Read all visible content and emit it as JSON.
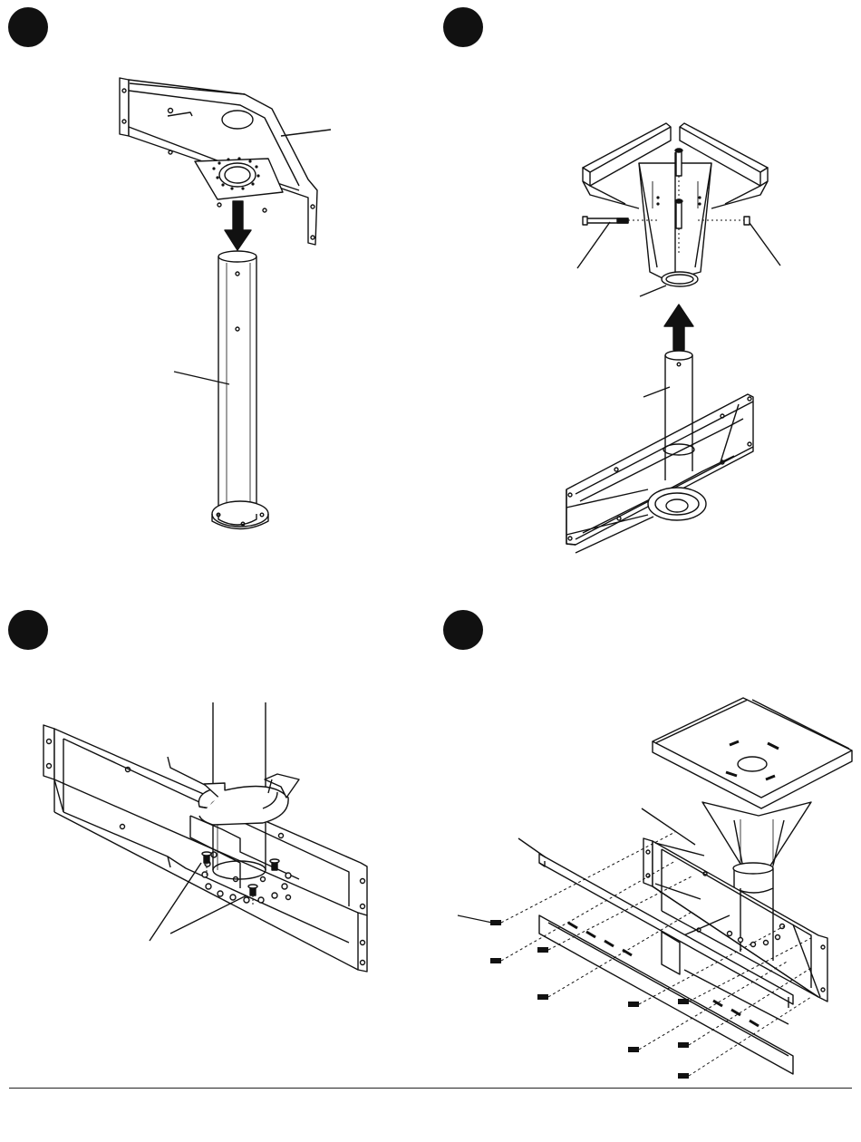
{
  "document": {
    "type": "assembly-instructions",
    "steps": [
      {
        "badge": "",
        "position": "top-left",
        "depicts": "pipe-inserted-into-ceiling-plate"
      },
      {
        "badge": "",
        "position": "top-right",
        "depicts": "pipe-attached-to-adapter-with-bolt-and-nut"
      },
      {
        "badge": "",
        "position": "bottom-left",
        "depicts": "pipe-rotated-and-secured-with-screws"
      },
      {
        "badge": "",
        "position": "bottom-right",
        "depicts": "mounting-plate-attached-with-screws"
      }
    ],
    "colors": {
      "ink": "#111111",
      "background": "#ffffff",
      "rule": "#222222"
    },
    "icons": [
      "down-arrow-icon",
      "up-arrow-icon",
      "rotate-arrow-icon",
      "screw-icon",
      "bolt-icon",
      "nut-icon"
    ]
  }
}
